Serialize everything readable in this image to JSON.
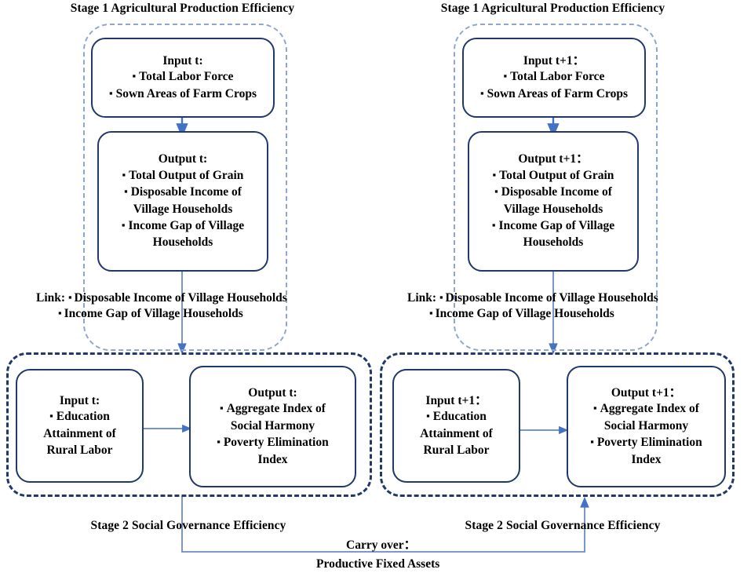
{
  "diagram": {
    "title_stage1_left": "Stage 1 Agricultural Production Efficiency",
    "title_stage1_right": "Stage 1 Agricultural Production Efficiency",
    "title_stage2_left": "Stage 2 Social Governance Efficiency",
    "title_stage2_right": "Stage 2 Social Governance Efficiency",
    "colors": {
      "node_border": "#21386B",
      "stage1_border": "#8FA7CE",
      "stage2_border": "#21386B",
      "arrow": "#4472C4",
      "text": "#000000"
    }
  },
  "period_t": {
    "stage1": {
      "input": {
        "header": "Input t:",
        "items": [
          "Total Labor Force",
          "Sown Areas of Farm Crops"
        ]
      },
      "output": {
        "header": "Output t:",
        "items": [
          "Total Output of Grain",
          "Disposable Income of",
          "Village Households",
          "Income Gap of Village",
          "Households"
        ]
      },
      "link": {
        "label": "Link:",
        "items": [
          "Disposable Income of Village Households",
          "Income Gap of Village Households"
        ]
      }
    },
    "stage2": {
      "input": {
        "header": "Input t:",
        "items": [
          "Education",
          "Attainment of",
          "Rural Labor"
        ]
      },
      "output": {
        "header": "Output t:",
        "items": [
          "Aggregate Index of",
          "Social Harmony",
          "Poverty Elimination",
          "Index"
        ]
      }
    }
  },
  "period_t1": {
    "stage1": {
      "input": {
        "header": "Input t+1：",
        "items": [
          "Total Labor Force",
          "Sown Areas of Farm Crops"
        ]
      },
      "output": {
        "header": "Output t+1：",
        "items": [
          "Total Output of Grain",
          "Disposable Income of",
          "Village Households",
          "Income Gap of Village",
          "Households"
        ]
      },
      "link": {
        "label": "Link:",
        "items": [
          "Disposable Income of Village Households",
          "Income Gap of Village Households"
        ]
      }
    },
    "stage2": {
      "input": {
        "header": "Input t+1：",
        "items": [
          "Education",
          "Attainment of",
          "Rural Labor"
        ]
      },
      "output": {
        "header": "Output t+1：",
        "items": [
          "Aggregate Index of",
          "Social Harmony",
          "Poverty Elimination",
          "Index"
        ]
      }
    }
  },
  "carry_over": {
    "label": "Carry over：",
    "value": "Productive Fixed Assets"
  }
}
